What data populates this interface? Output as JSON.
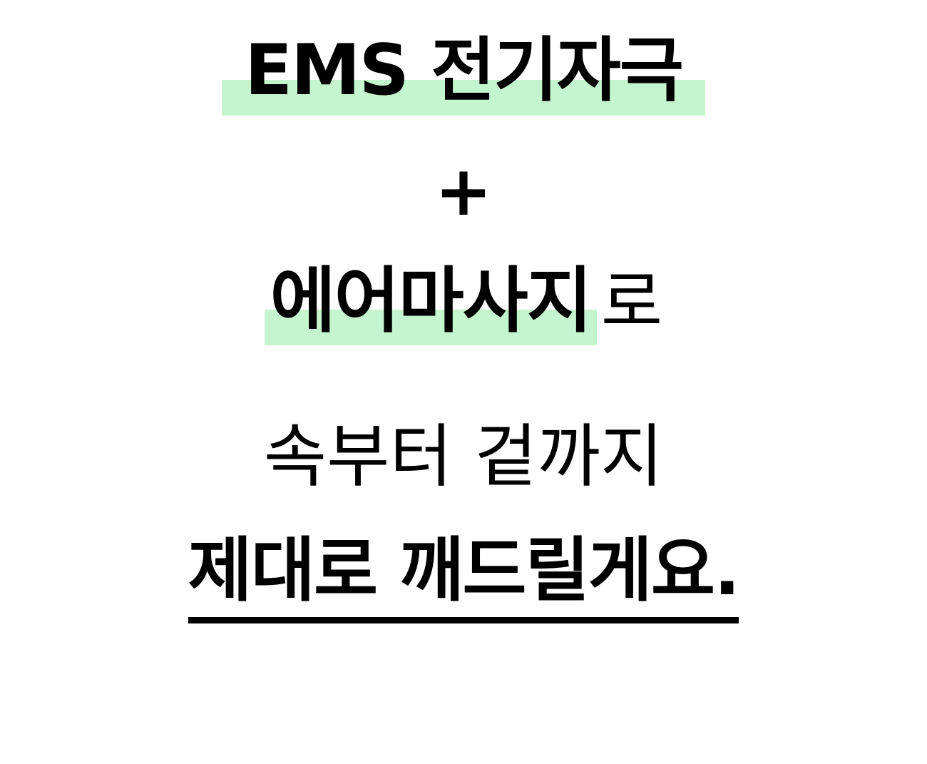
{
  "headline": {
    "line1": "EMS 전기자극",
    "plus": "+",
    "line3_main": "에어마사지",
    "line3_suffix": "로",
    "line4": "속부터 겉까지",
    "line5": "제대로 깨드릴게요."
  },
  "colors": {
    "highlight": "#c4f5cf",
    "text": "#000000",
    "background": "#ffffff"
  }
}
